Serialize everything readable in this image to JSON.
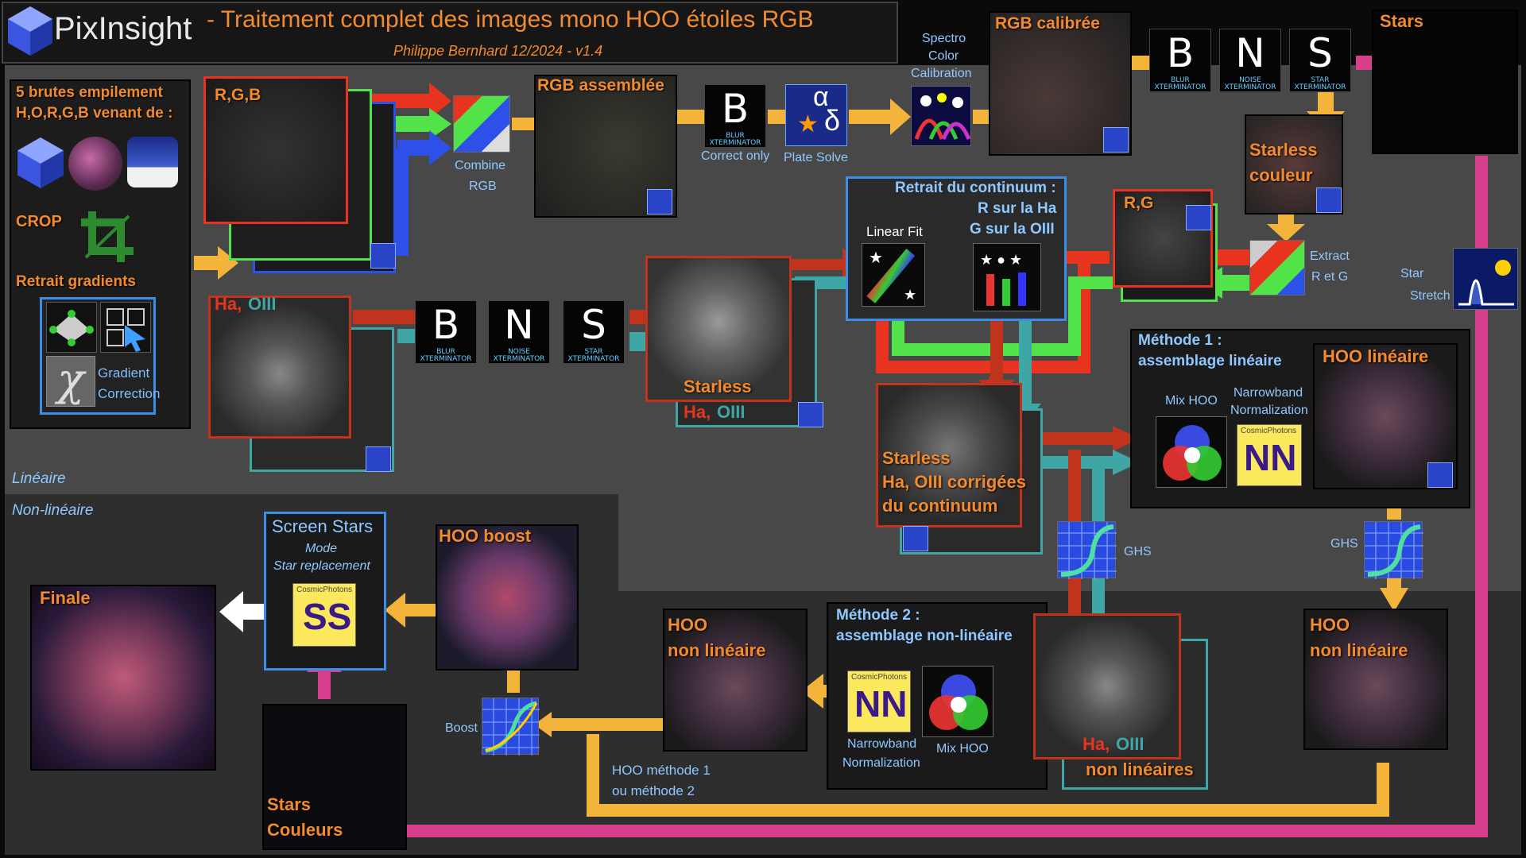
{
  "header": {
    "app_name": "PixInsight",
    "title": "- Traitement complet des images mono HOO étoiles RGB",
    "subtitle": "Philippe Bernhard 12/2024 - v1.4"
  },
  "source_panel": {
    "title_line1": "5 brutes empilement",
    "title_line2": "H,O,R,G,B venant de :",
    "crop": "CROP",
    "gradients": "Retrait gradients",
    "gradient_correction_1": "Gradient",
    "gradient_correction_2": "Correction"
  },
  "zones": {
    "linear": "Linéaire",
    "nonlinear": "Non-linéaire"
  },
  "images": {
    "rgb": "R,G,B",
    "rgb_assembled": "RGB assemblée",
    "rgb_calibrated": "RGB calibrée",
    "stars": "Stars",
    "starless_color_1": "Starless",
    "starless_color_2": "couleur",
    "rg": "R,G",
    "ha_oiii_a": "Ha,",
    "ha_oiii_b": "OIII",
    "starless": "Starless",
    "starless_ha": "Ha,",
    "starless_oiii": "OIII",
    "corrected_1": "Starless",
    "corrected_2": "Ha, OIII corrigées",
    "corrected_3": "du continuum",
    "hoo_linear": "HOO linéaire",
    "hoo_boost": "HOO boost",
    "final": "Finale",
    "hoo_nonlin_1": "HOO",
    "hoo_nonlin_2": "non linéaire",
    "hoo_nonlin_r1": "HOO",
    "hoo_nonlin_r2": "non linéaire",
    "ha_oiii_nonlin_a": "Ha,",
    "ha_oiii_nonlin_b": "OIII",
    "ha_oiii_nonlin_c": "non linéaires",
    "stars_color_1": "Stars",
    "stars_color_2": "Couleurs"
  },
  "tools": {
    "combine_rgb_1": "Combine",
    "combine_rgb_2": "RGB",
    "blurx_correct": "Correct only",
    "plate_solve": "Plate Solve",
    "spcc_1": "Spectro",
    "spcc_2": "Color",
    "spcc_3": "Calibration",
    "linear_fit": "Linear  Fit",
    "continuum_title": "Retrait du continuum :",
    "continuum_r": "R sur la Ha",
    "continuum_g": "G sur la OIII",
    "extract_1": "Extract",
    "extract_2": "R et G",
    "star_stretch_1": "Star",
    "star_stretch_2": "Stretch",
    "method1_1": "Méthode 1 :",
    "method1_2": "assemblage linéaire",
    "mix_hoo": "Mix HOO",
    "nn_1": "Narrowband",
    "nn_2": "Normalization",
    "ghs": "GHS",
    "ghs_right": "GHS",
    "method2_1": "Méthode 2 :",
    "method2_2": "assemblage non-linéaire",
    "nn2_1": "Narrowband",
    "nn2_2": "Normalization",
    "mix_hoo2": "Mix HOO",
    "boost": "Boost",
    "screen_stars": "Screen Stars",
    "screen_mode": "Mode",
    "screen_replace": "Star replacement",
    "hoo_choice_1": "HOO méthode 1",
    "hoo_choice_2": "ou méthode 2",
    "xt_b": "B",
    "xt_n": "N",
    "xt_s": "S",
    "xt_blur_small": "BLUR XTERMINATOR",
    "xt_noise_small": "NOISE XTERMINATOR",
    "xt_star_small": "STAR XTERMINATOR",
    "cosmic": "CosmicPhotons",
    "nn_glyph": "NN",
    "ss_glyph": "SS",
    "alpha": "α",
    "delta": "δ"
  }
}
